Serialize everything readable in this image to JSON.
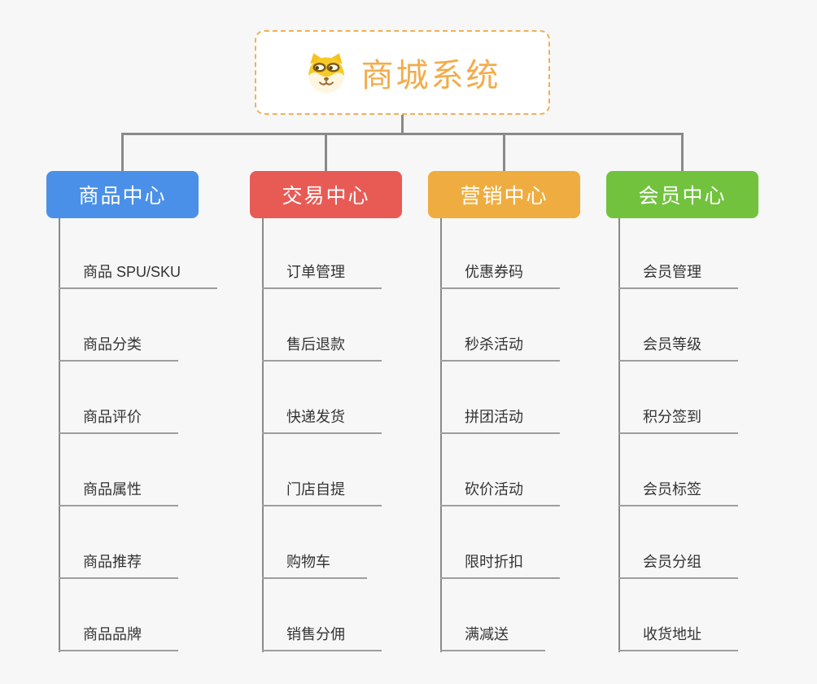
{
  "root": {
    "title": "商城系统",
    "icon": "dog-face-icon"
  },
  "branches": [
    {
      "id": "product-center",
      "label": "商品中心",
      "color": "#4A90E8",
      "children": [
        "商品 SPU/SKU",
        "商品分类",
        "商品评价",
        "商品属性",
        "商品推荐",
        "商品品牌"
      ]
    },
    {
      "id": "trade-center",
      "label": "交易中心",
      "color": "#E85B55",
      "children": [
        "订单管理",
        "售后退款",
        "快递发货",
        "门店自提",
        "购物车",
        "销售分佣"
      ]
    },
    {
      "id": "marketing-center",
      "label": "营销中心",
      "color": "#EFAD41",
      "children": [
        "优惠券码",
        "秒杀活动",
        "拼团活动",
        "砍价活动",
        "限时折扣",
        "满减送"
      ]
    },
    {
      "id": "member-center",
      "label": "会员中心",
      "color": "#72C23E",
      "children": [
        "会员管理",
        "会员等级",
        "积分签到",
        "会员标签",
        "会员分组",
        "收货地址"
      ]
    }
  ],
  "colors": {
    "canvas_background": "#F7F7F7",
    "connector_line": "#8A8A8A",
    "leaf_underline": "#9E9E9E",
    "leaf_text": "#333333",
    "root_text": "#F2AC4B",
    "root_border": "#F0B05A",
    "root_background": "#FFFFFF"
  }
}
